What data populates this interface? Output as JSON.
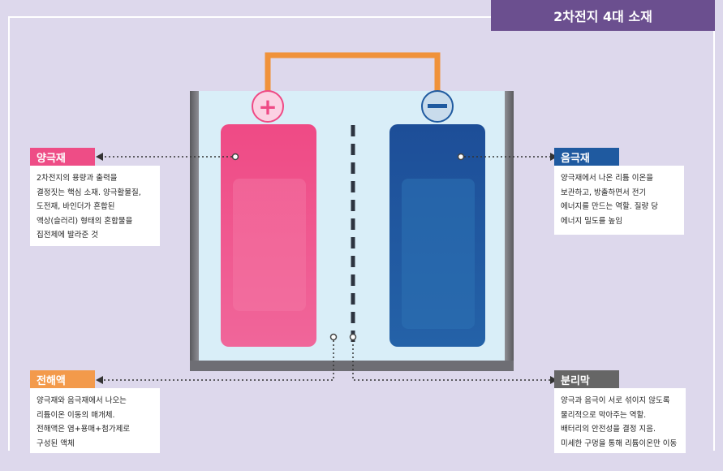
{
  "title": "2차전지 4대 소재",
  "colors": {
    "background": "#ddd8ec",
    "title_badge": "#6b4f8f",
    "cathode": "#ee4d86",
    "anode": "#1f5aa0",
    "electrolyte_tag": "#f39a4b",
    "separator_tag": "#666666",
    "wire": "#f0923a"
  },
  "terminals": {
    "positive_symbol": "+",
    "negative_symbol": "−"
  },
  "components": {
    "cathode": {
      "label": "양극재",
      "lines": [
        "2차전지의 용량과 출력을",
        "결정짓는 핵심 소재. 양극활물질,",
        "도전재, 바인더가 혼합된",
        "액상(슬러리) 형태의 혼합물을",
        "집전체에 발라준 것"
      ]
    },
    "anode": {
      "label": "음극재",
      "lines": [
        "양극재에서 나온 리튬 이온을",
        "보관하고, 방출하면서 전기",
        "에너지를 만드는 역할. 질량 당",
        "에너지 밀도를 높임"
      ]
    },
    "electrolyte": {
      "label": "전해액",
      "lines": [
        "양극재와 음극재에서 나오는",
        "리튬이온 이동의 매개체.",
        "전해액은 염+용매+첨가제로",
        "구성된 액체"
      ]
    },
    "separator": {
      "label": "분리막",
      "lines": [
        "양극과 음극이 서로 섞이지 않도록",
        "물리적으로 막아주는 역할.",
        "배터리의 안전성을 결정 지음.",
        "미세한 구멍을 통해 리튬이온만 이동"
      ]
    }
  }
}
